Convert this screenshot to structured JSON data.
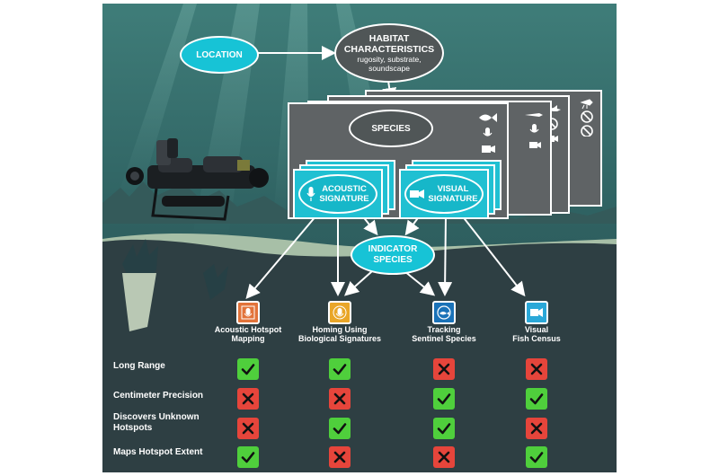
{
  "colors": {
    "water": "#2e3f43",
    "cyan": "#17c3d6",
    "panel_grey": "#5f6365",
    "yes_green": "#4fcf3c",
    "no_red": "#e6453b"
  },
  "nodes": {
    "location": "LOCATION",
    "habitat_title_line1": "HABITAT",
    "habitat_title_line2": "CHARACTERISTICS",
    "habitat_sub_line1": "rugosity, substrate,",
    "habitat_sub_line2": "soundscape",
    "species": "SPECIES",
    "acoustic_line1": "ACOUSTIC",
    "acoustic_line2": "SIGNATURE",
    "visual_line1": "VISUAL",
    "visual_line2": "SIGNATURE",
    "indicator_line1": "INDICATOR",
    "indicator_line2": "SPECIES"
  },
  "methods": [
    {
      "line1": "Acoustic Hotspot",
      "line2": "Mapping",
      "icon": "mic-icon",
      "color": "#e2733a"
    },
    {
      "line1": "Homing Using",
      "line2": "Biological Signatures",
      "icon": "mic-icon",
      "color": "#e9a628"
    },
    {
      "line1": "Tracking",
      "line2": "Sentinel Species",
      "icon": "fish-track-icon",
      "color": "#1a72b8"
    },
    {
      "line1": "Visual",
      "line2": "Fish Census",
      "icon": "camera-icon",
      "color": "#2aa8d8"
    }
  ],
  "criteria": [
    {
      "line1": "Long Range",
      "line2": "",
      "values": [
        "yes",
        "yes",
        "no",
        "no"
      ]
    },
    {
      "line1": "Centimeter Precision",
      "line2": "",
      "values": [
        "no",
        "no",
        "yes",
        "yes"
      ]
    },
    {
      "line1": "Discovers Unknown",
      "line2": "Hotspots",
      "values": [
        "no",
        "yes",
        "yes",
        "no"
      ]
    },
    {
      "line1": "Maps Hotspot Extent",
      "line2": "",
      "values": [
        "yes",
        "no",
        "no",
        "yes"
      ]
    }
  ]
}
